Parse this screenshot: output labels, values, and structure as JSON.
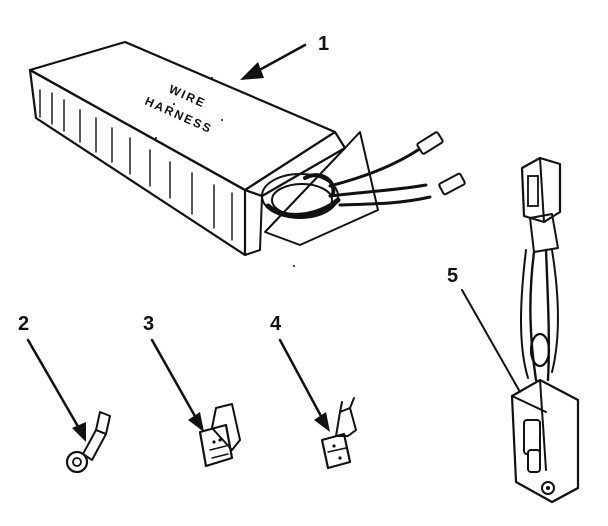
{
  "callouts": {
    "c1": "1",
    "c2": "2",
    "c3": "3",
    "c4": "4",
    "c5": "5"
  },
  "box_label": {
    "line1": "WIRE",
    "line2": "HARNESS"
  },
  "colors": {
    "ink": "#111111",
    "paper": "#ffffff"
  }
}
